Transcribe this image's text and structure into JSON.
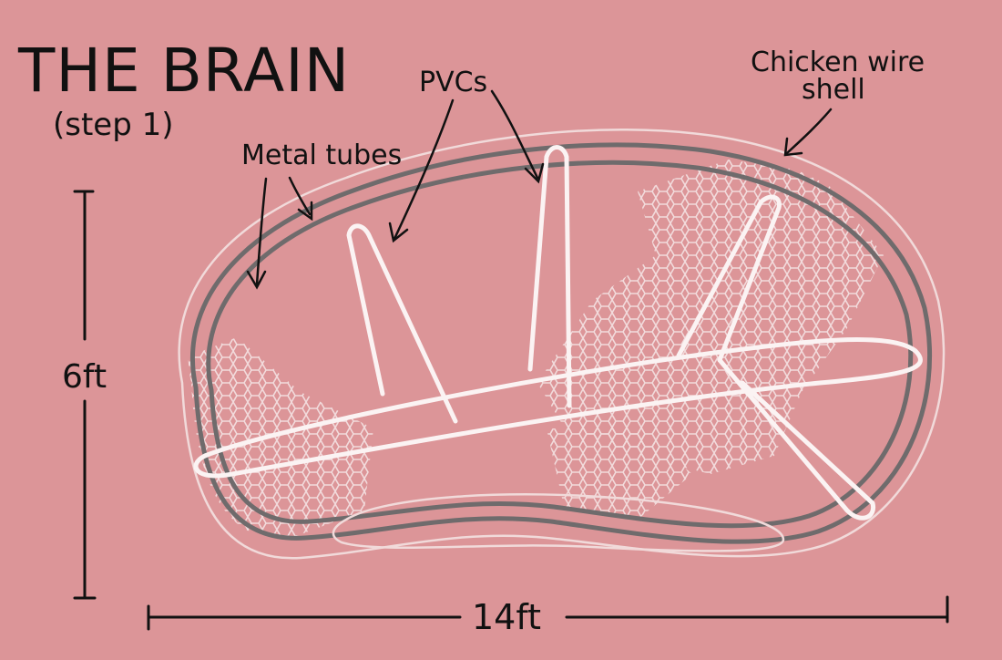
{
  "title": "THE BRAIN",
  "subtitle": "(step 1)",
  "labels": {
    "metal_tubes": "Metal tubes",
    "pvcs": "PVCs",
    "chicken_wire": [
      "Chicken wire",
      "shell"
    ]
  },
  "dimensions": {
    "height": "6ft",
    "width": "14ft"
  },
  "colors": {
    "background": "#dc9598",
    "ink": "#111111",
    "metal_tube": "#6f6b6c",
    "pvc": "#fbf3f3",
    "chicken_wire": "#f3dede"
  }
}
